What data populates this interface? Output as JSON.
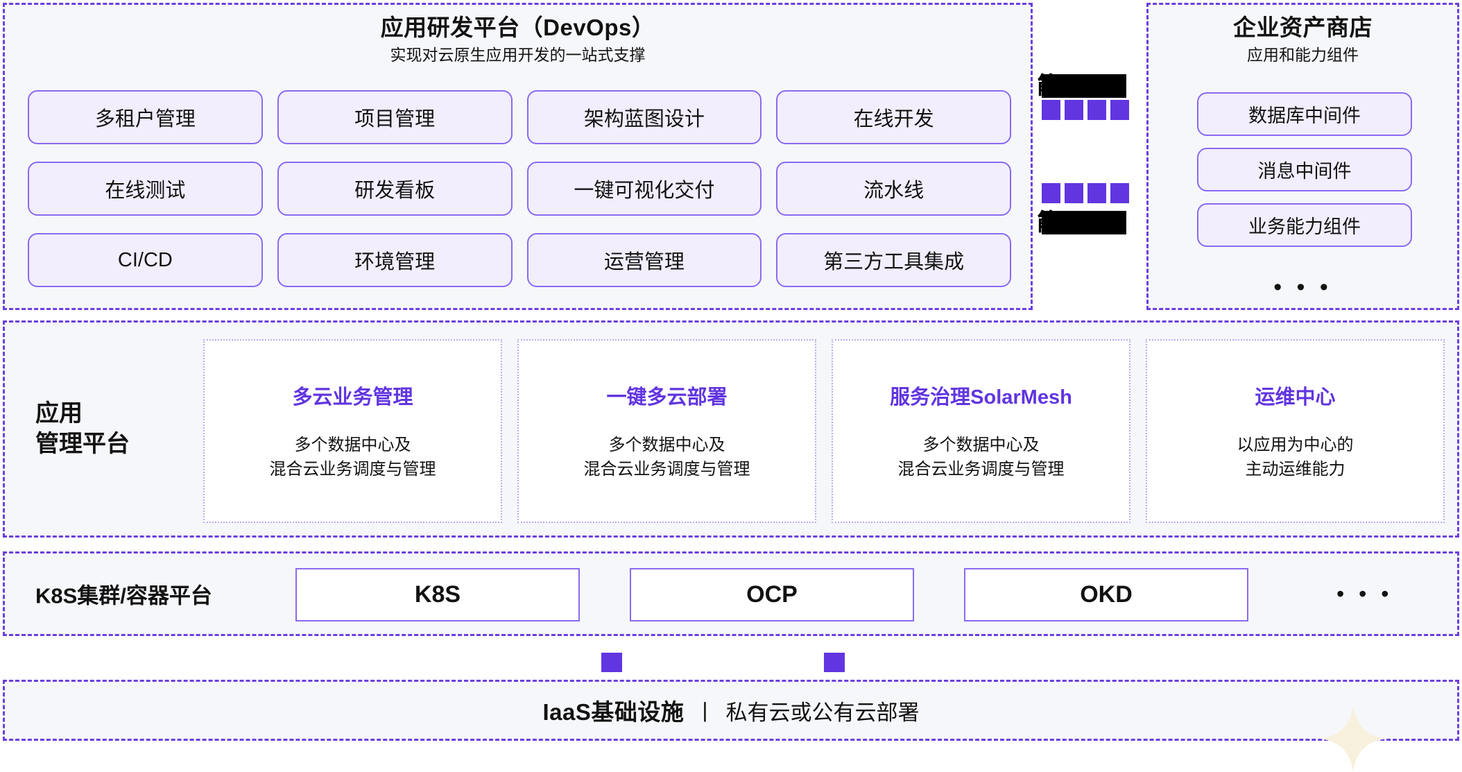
{
  "devops": {
    "title": "应用研发平台（DevOps）",
    "subtitle": "实现对云原生应用开发的一站式支撑",
    "chips": [
      "多租户管理",
      "项目管理",
      "架构蓝图设计",
      "在线开发",
      "在线测试",
      "研发看板",
      "一键可视化交付",
      "流水线",
      "CI/CD",
      "环境管理",
      "运营管理",
      "第三方工具集成"
    ]
  },
  "connector": {
    "redacted_top_text": "",
    "redacted_top_visible_glyph": "能",
    "redacted_bottom_text": "",
    "redacted_bottom_visible_glyph": "能",
    "square_count_per_row": 4,
    "square_color": "#6135e0"
  },
  "asset_store": {
    "title": "企业资产商店",
    "subtitle": "应用和能力组件",
    "chips": [
      "数据库中间件",
      "消息中间件",
      "业务能力组件"
    ],
    "more": "• • •"
  },
  "management": {
    "label": "应用\n管理平台",
    "cards": [
      {
        "title": "多云业务管理",
        "desc": "多个数据中心及\n混合云业务调度与管理"
      },
      {
        "title": "一键多云部署",
        "desc": "多个数据中心及\n混合云业务调度与管理"
      },
      {
        "title": "服务治理SolarMesh",
        "desc": "多个数据中心及\n混合云业务调度与管理"
      },
      {
        "title": "运维中心",
        "desc": "以应用为中心的\n主动运维能力"
      }
    ]
  },
  "k8s": {
    "label": "K8S集群/容器平台",
    "boxes": [
      "K8S",
      "OCP",
      "OKD"
    ],
    "more": "• • •"
  },
  "iaas": {
    "title": "IaaS基础设施",
    "divider": "|",
    "subtitle": "私有云或公有云部署"
  },
  "colors": {
    "panel_background": "#f6f7fa",
    "panel_border": "#6b3fe0",
    "chip_background": "#f2eefd",
    "chip_border": "#8a6af0",
    "accent": "#6135e0",
    "card_border": "#b9a9ef",
    "text": "#121212",
    "watermark": "#f7f0dc"
  }
}
